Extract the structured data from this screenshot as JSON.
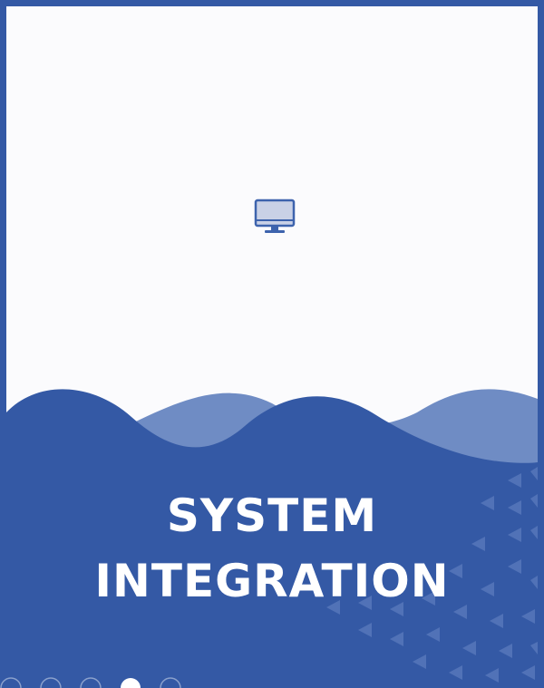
{
  "slide": {
    "title_line_1": "SYSTEM",
    "title_line_2": "INTEGRATION",
    "center_icon": "monitor-icon"
  },
  "pager": {
    "total": 5,
    "active_index": 3
  },
  "colors": {
    "border": "#3459a5",
    "wave_dark": "#3459a5",
    "wave_light": "#6f8cc4",
    "background": "#fbfbfd",
    "text": "#ffffff"
  }
}
